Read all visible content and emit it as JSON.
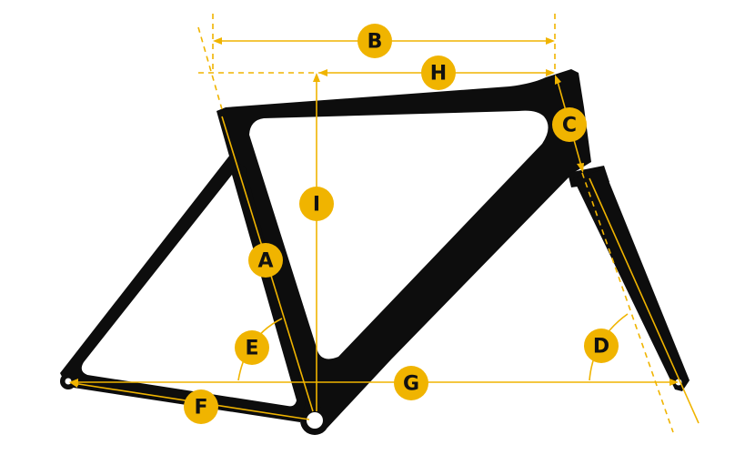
{
  "diagram": {
    "colors": {
      "frame": "#0d0d0d",
      "accent": "#f0b400",
      "label_text": "#111111",
      "background": "#ffffff"
    },
    "labels": {
      "a": "A",
      "b": "B",
      "c": "C",
      "d": "D",
      "e": "E",
      "f": "F",
      "g": "G",
      "h": "H",
      "i": "I"
    }
  }
}
